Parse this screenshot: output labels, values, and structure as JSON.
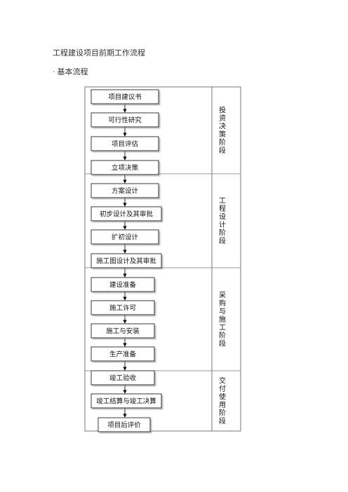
{
  "doc_title": "工程建设项目前期工作流程",
  "section": {
    "bullet": "·",
    "heading": "基本流程"
  },
  "flowchart": {
    "steps": [
      "项目建议书",
      "可行性研究",
      "项目评估",
      "立项决策",
      "方案设计",
      "初步设计及其审批",
      "扩初设计",
      "施工图设计及其审批",
      "建设准备",
      "施工许可",
      "施工与安装",
      "生产准备",
      "竣工验收",
      "竣工结算与竣工决算",
      "项目后评价"
    ],
    "stages": [
      {
        "label": "投资决策阶段"
      },
      {
        "label": "工程设计阶段"
      },
      {
        "label": "采购与施工阶段"
      },
      {
        "label": "交付使用阶段"
      }
    ]
  }
}
